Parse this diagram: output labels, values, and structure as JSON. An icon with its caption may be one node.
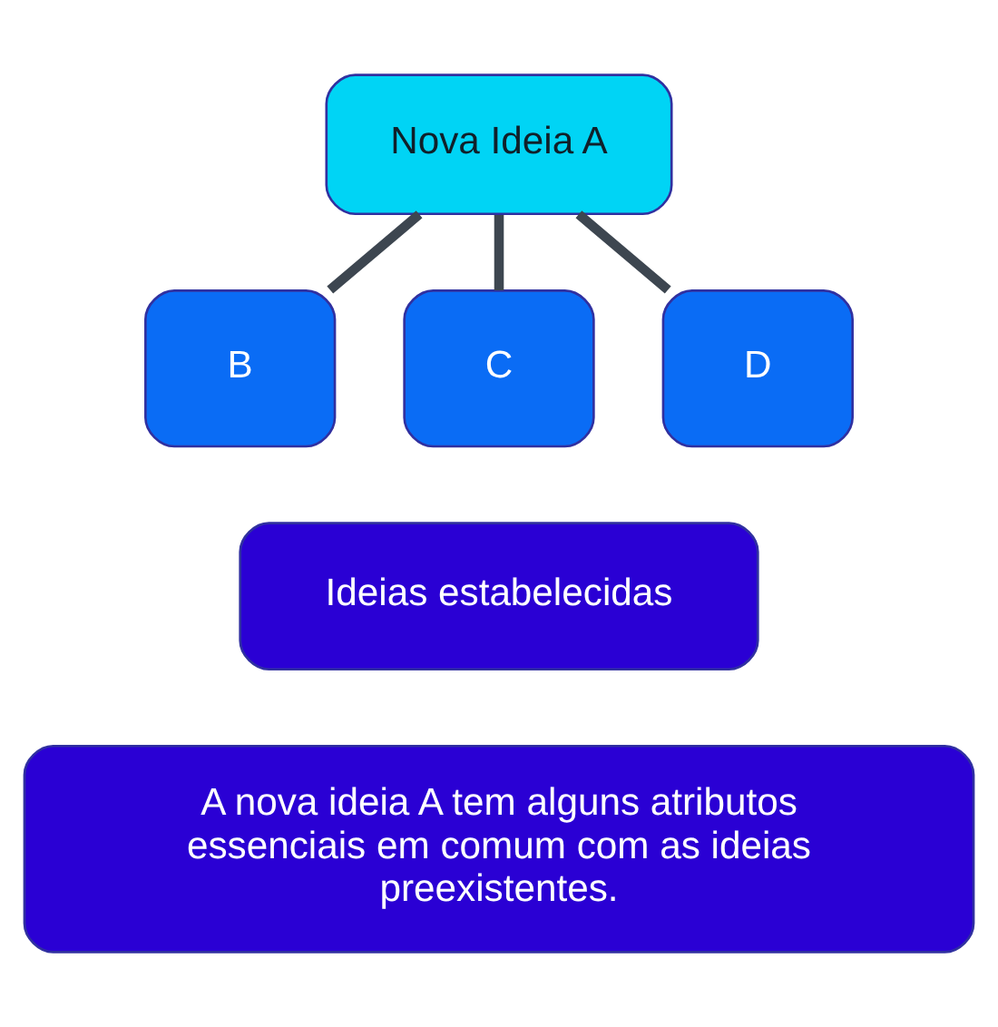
{
  "diagram": {
    "nodes": [
      {
        "text": [
          "Nova Ideia A"
        ]
      },
      {
        "text": [
          "B"
        ]
      },
      {
        "text": [
          "C"
        ]
      },
      {
        "text": [
          "D"
        ]
      },
      {
        "text": [
          "Ideias estabelecidas"
        ]
      },
      {
        "text": [
          "A nova ideia A tem alguns atributos essenciais em comum com as ideias preexistentes."
        ]
      }
    ],
    "edges": [
      {
        "from": 0,
        "to": 1,
        "arrow": "none"
      },
      {
        "from": 0,
        "to": 2,
        "arrow": "none"
      },
      {
        "from": 0,
        "to": 3,
        "arrow": "none"
      }
    ]
  }
}
